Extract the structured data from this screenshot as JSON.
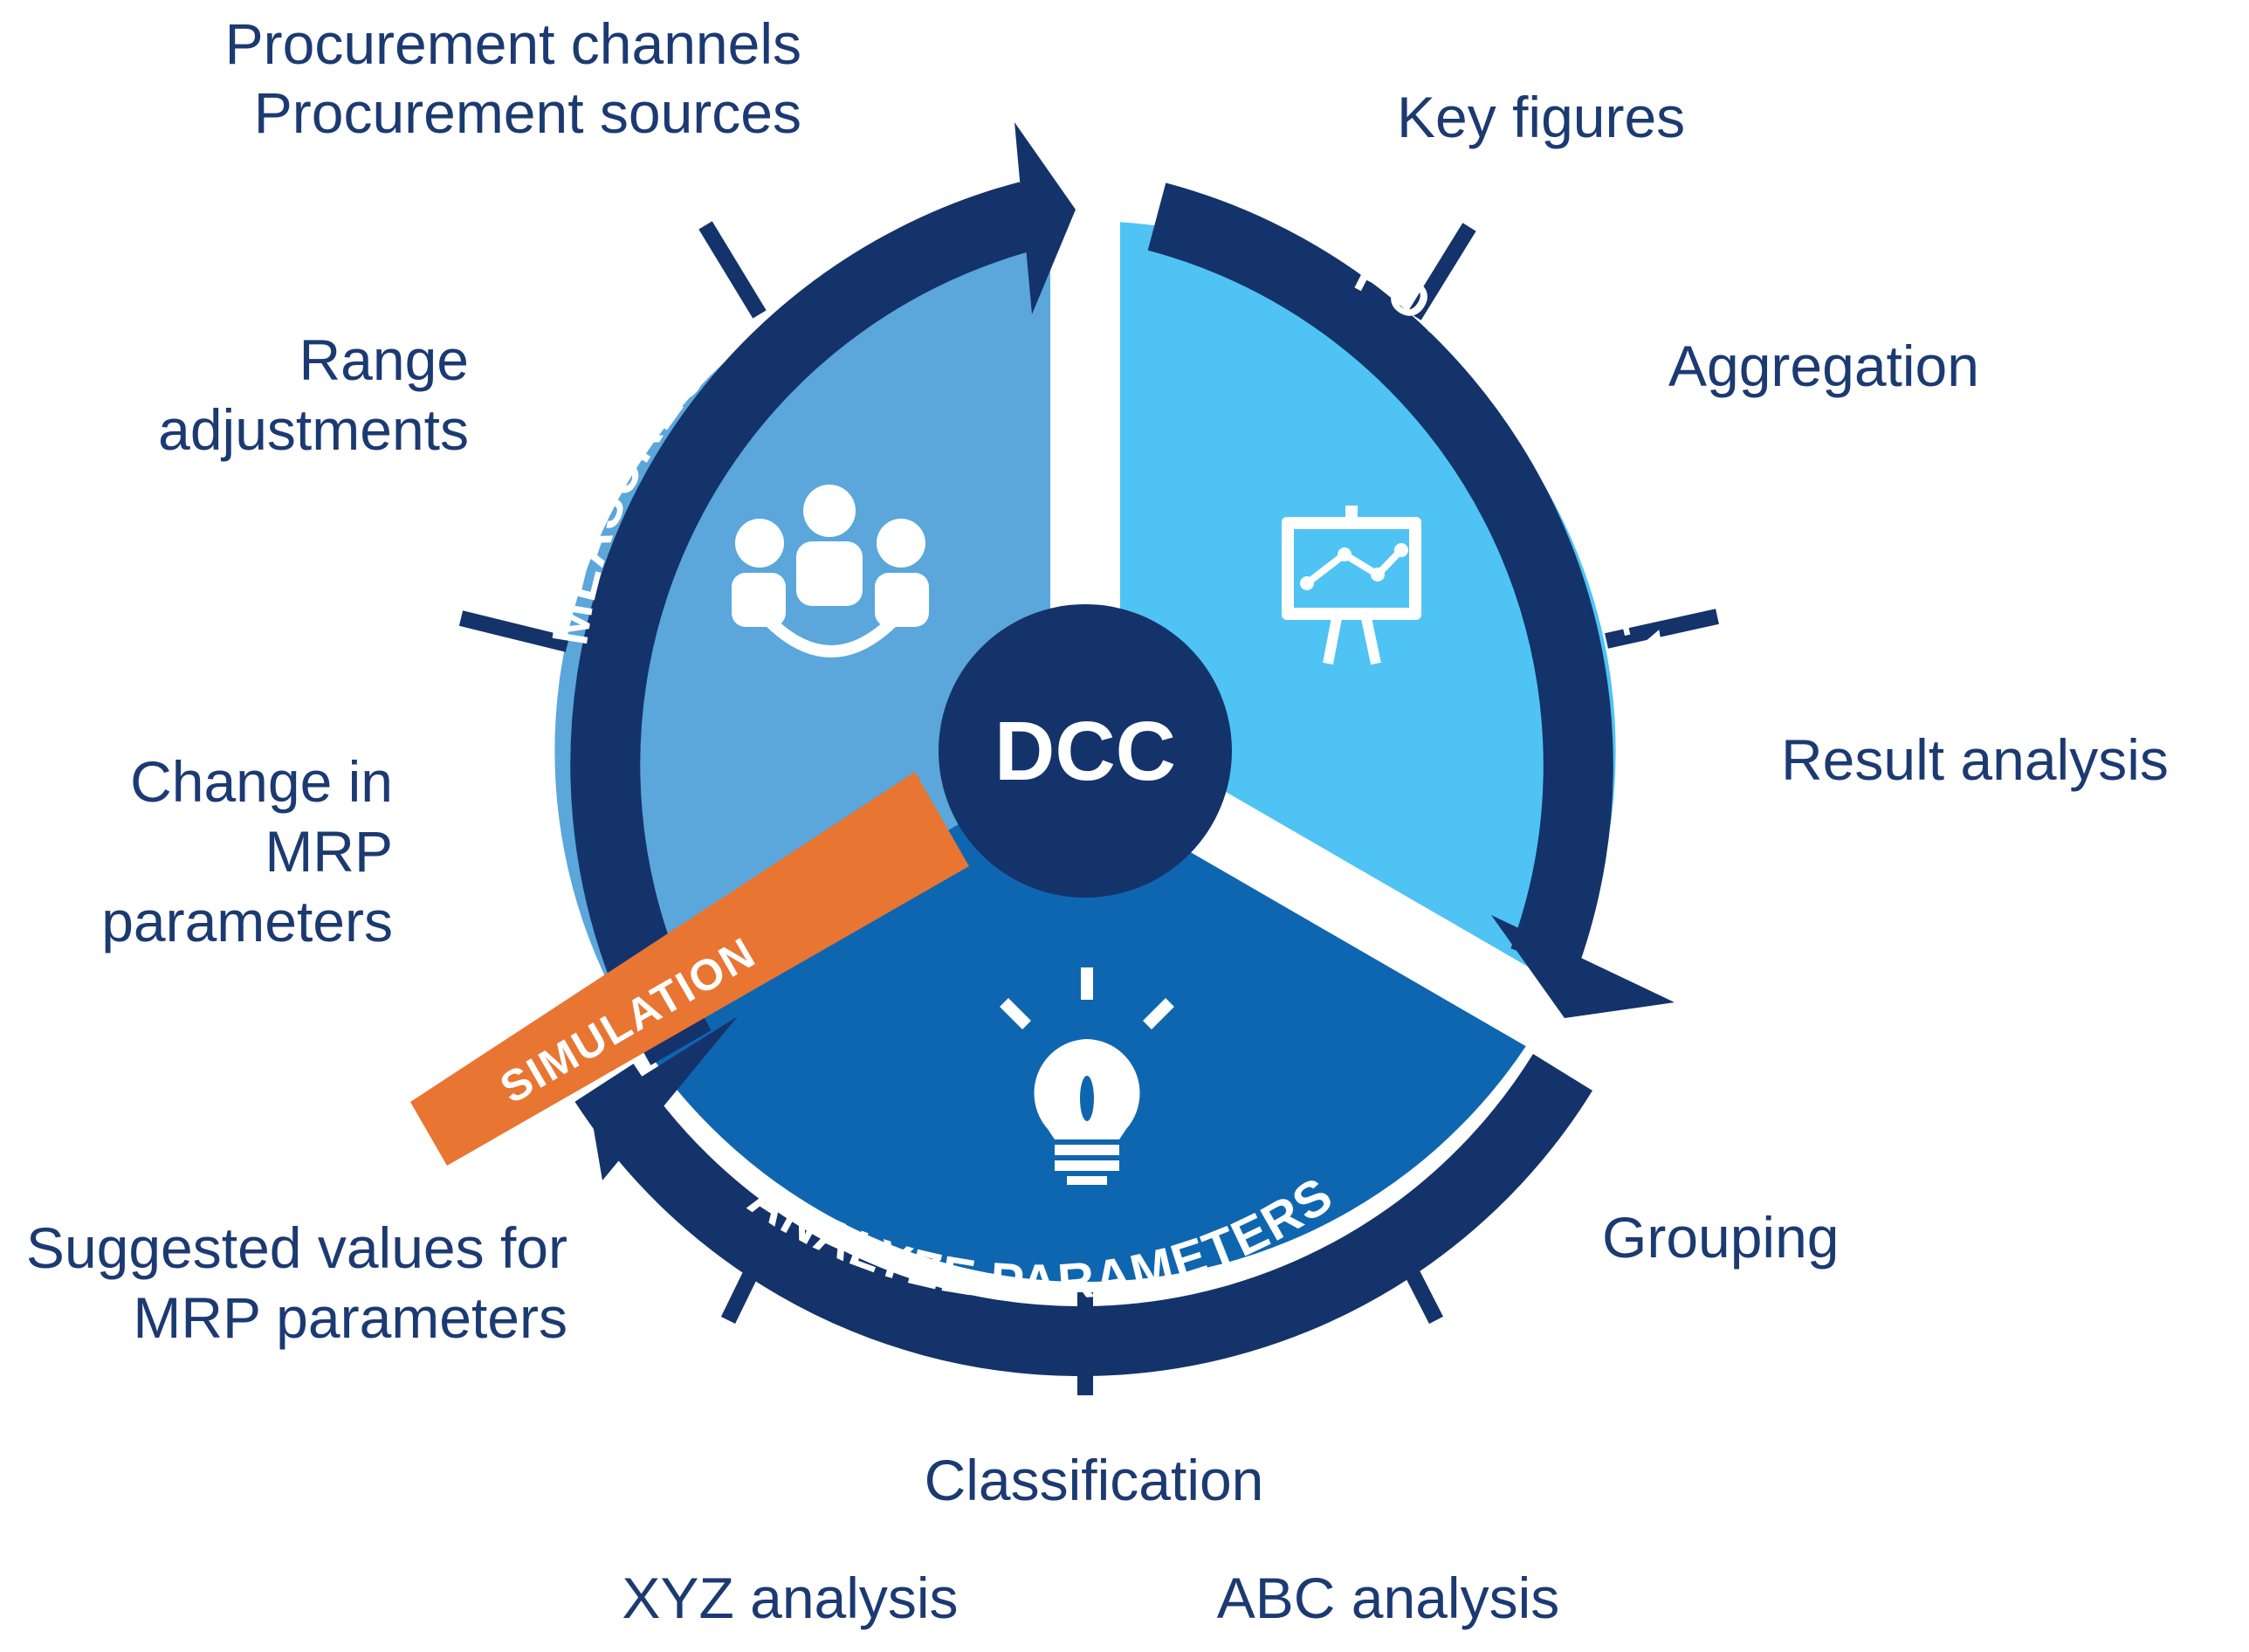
{
  "center": {
    "label": "DCC"
  },
  "segments": {
    "measures": "MEASURES",
    "potential_analysis": "POTENTIAL ANALYSIS",
    "analyze_parameters": "ANALYZE PARAMETERS",
    "simulation": "SIMULATION"
  },
  "labels": {
    "procurement_channels": "Procurement channels",
    "procurement_sources": "Procurement sources",
    "key_figures": "Key figures",
    "range": "Range",
    "adjustments": "adjustments",
    "aggregation": "Aggregation",
    "result_analysis": "Result analysis",
    "change_in": "Change in",
    "mrp": "MRP",
    "parameters": "parameters",
    "grouping": "Grouping",
    "suggested_values_for": "Suggested values for",
    "mrp_parameters": "MRP parameters",
    "classification": "Classification",
    "xyz_analysis": "XYZ analysis",
    "abc_analysis": "ABC analysis"
  },
  "icons": {
    "measures": "team-meeting-icon",
    "potential_analysis": "presentation-chart-icon",
    "analyze_parameters": "lightbulb-icon"
  },
  "colors": {
    "ring_dark": "#14336b",
    "measures_fill": "#5ba6db",
    "potential_fill": "#4fc3f3",
    "analyze_fill": "#0f66b0",
    "simulation": "#e87532",
    "label_text": "#1c3a72"
  }
}
